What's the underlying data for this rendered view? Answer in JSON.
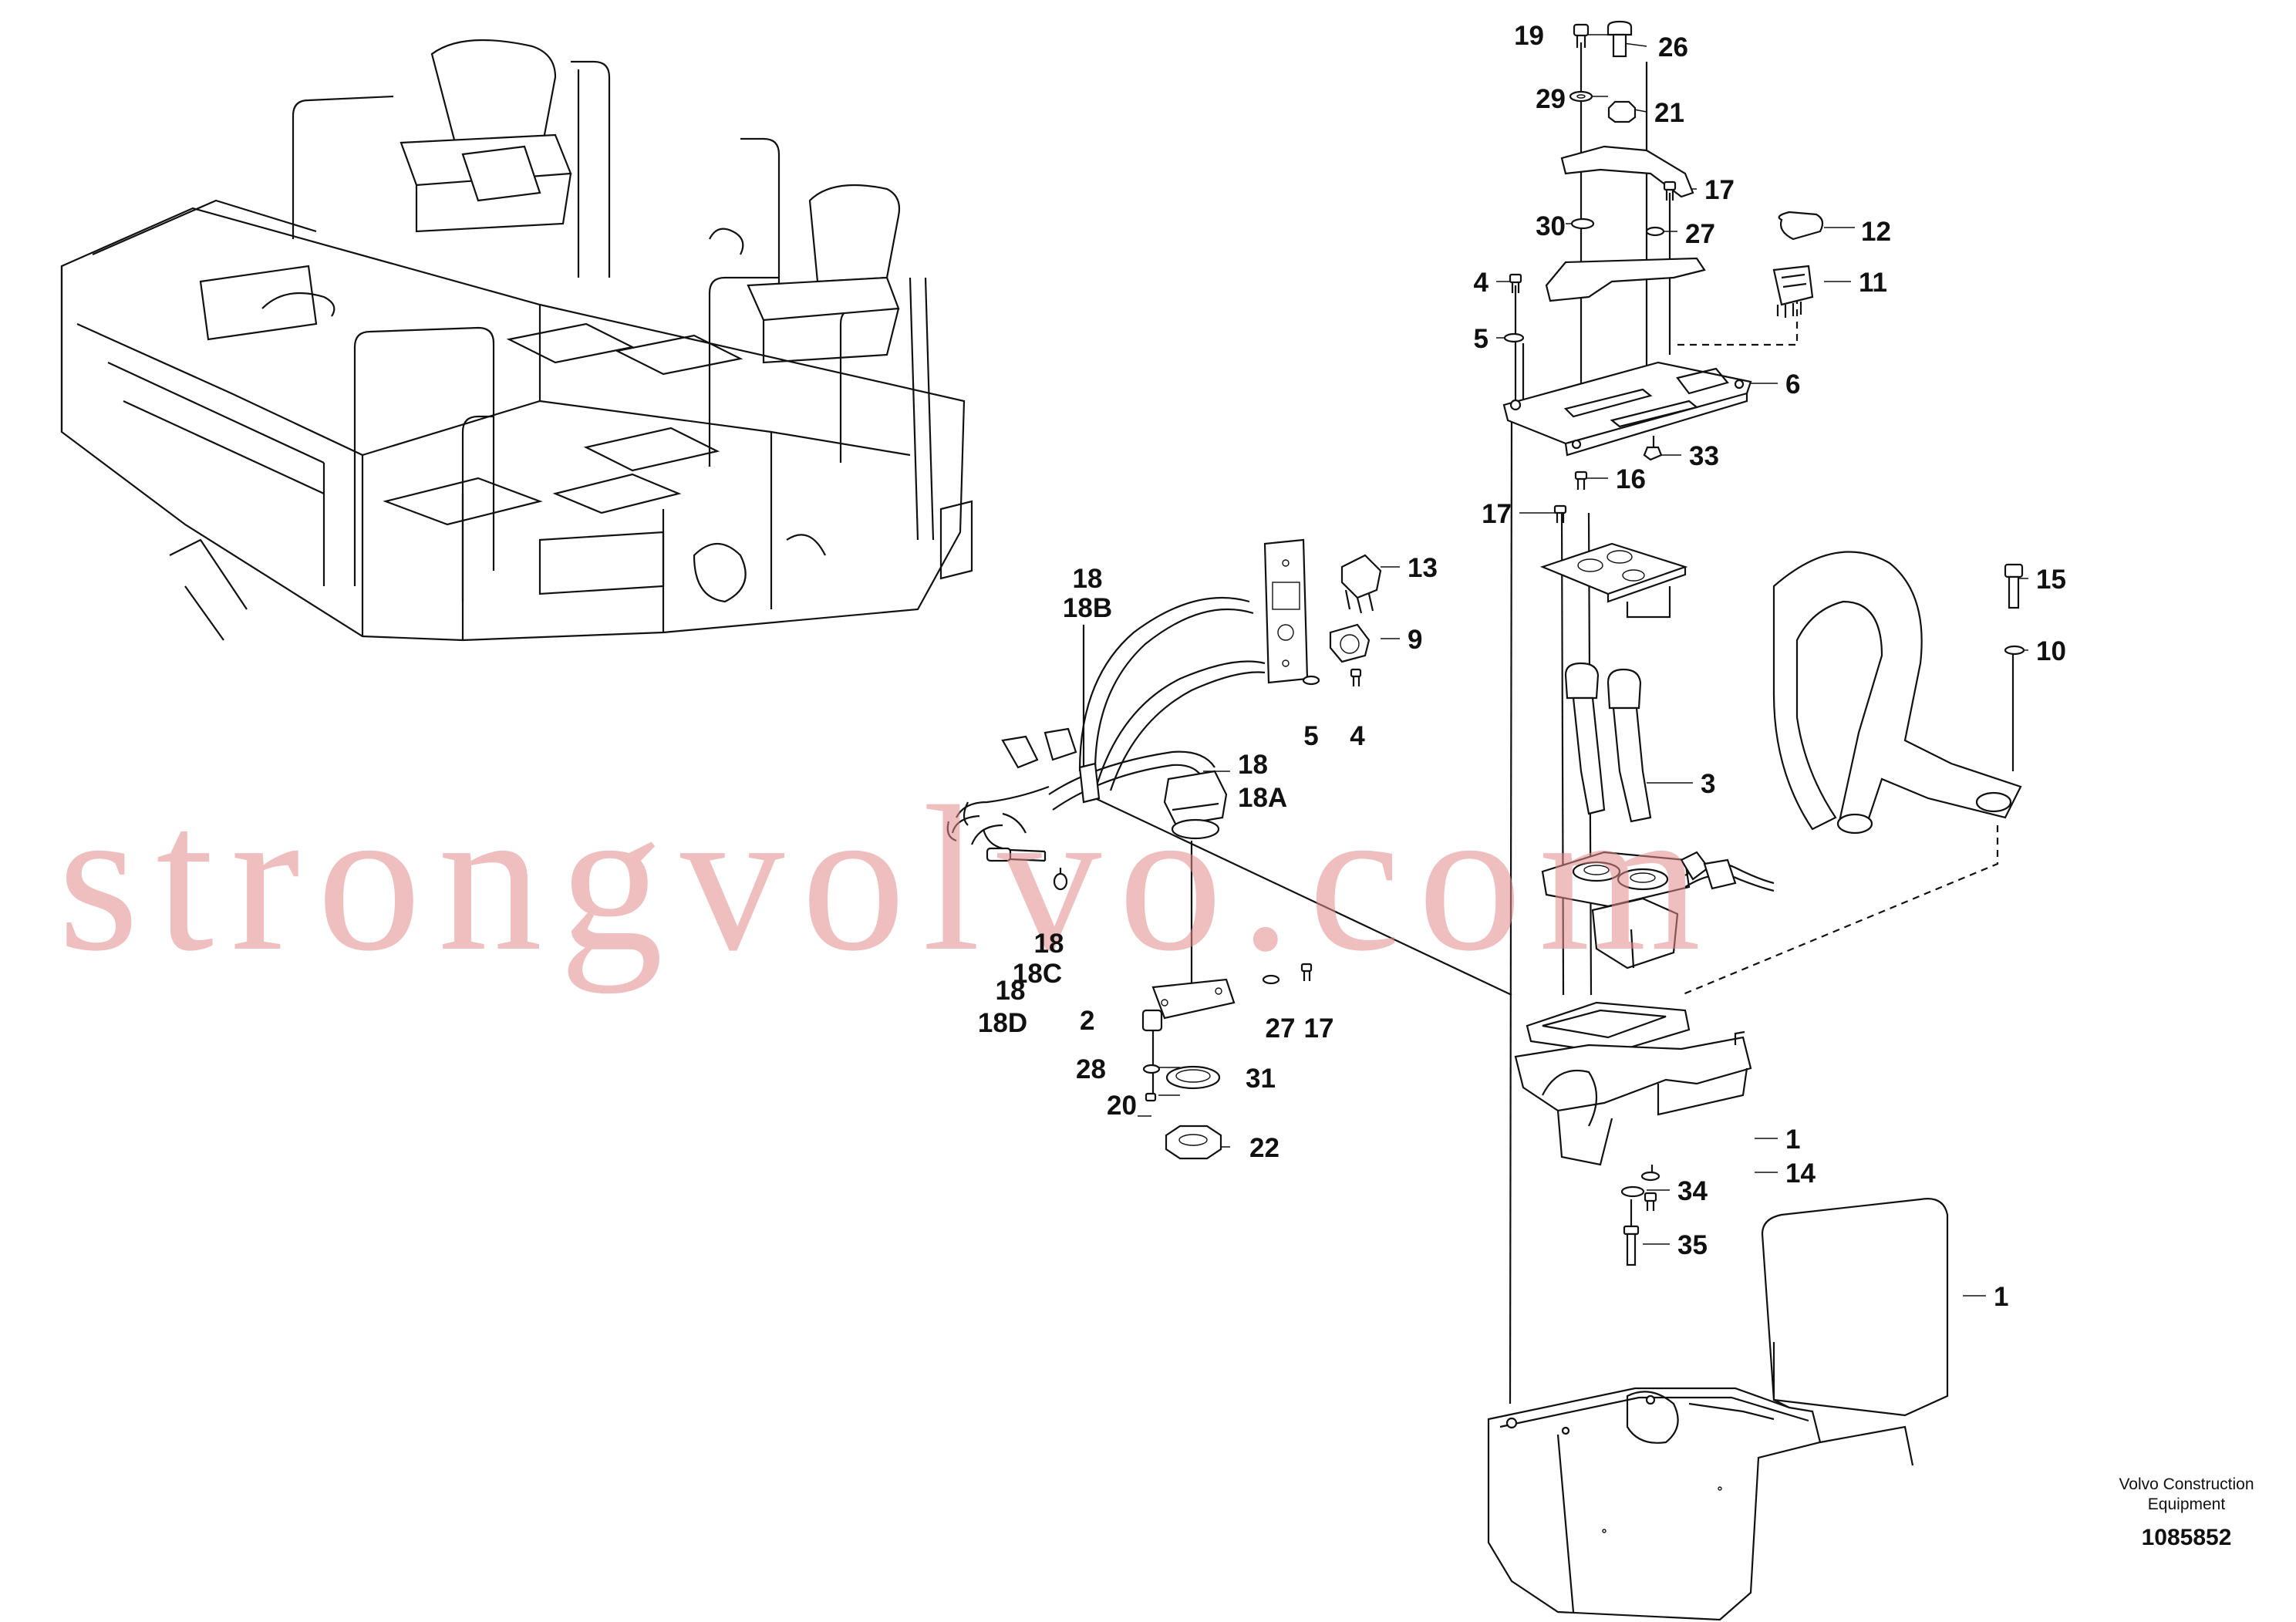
{
  "labels": [
    {
      "id": "19",
      "text": "19"
    },
    {
      "id": "26",
      "text": "26"
    },
    {
      "id": "29",
      "text": "29"
    },
    {
      "id": "21",
      "text": "21"
    },
    {
      "id": "17a",
      "text": "17"
    },
    {
      "id": "30",
      "text": "30"
    },
    {
      "id": "27a",
      "text": "27"
    },
    {
      "id": "12",
      "text": "12"
    },
    {
      "id": "4a",
      "text": "4"
    },
    {
      "id": "11",
      "text": "11"
    },
    {
      "id": "5a",
      "text": "5"
    },
    {
      "id": "6",
      "text": "6"
    },
    {
      "id": "33",
      "text": "33"
    },
    {
      "id": "16",
      "text": "16"
    },
    {
      "id": "17b",
      "text": "17"
    },
    {
      "id": "15",
      "text": "15"
    },
    {
      "id": "13",
      "text": "13"
    },
    {
      "id": "18a",
      "text": "18"
    },
    {
      "id": "18B",
      "text": "18B"
    },
    {
      "id": "10",
      "text": "10"
    },
    {
      "id": "9",
      "text": "9"
    },
    {
      "id": "5b",
      "text": "5"
    },
    {
      "id": "4b",
      "text": "4"
    },
    {
      "id": "3",
      "text": "3"
    },
    {
      "id": "18b",
      "text": "18"
    },
    {
      "id": "18A",
      "text": "18A"
    },
    {
      "id": "18c",
      "text": "18"
    },
    {
      "id": "18C",
      "text": "18C"
    },
    {
      "id": "18d",
      "text": "18"
    },
    {
      "id": "18D",
      "text": "18D"
    },
    {
      "id": "2x",
      "text": "2"
    },
    {
      "id": "27b",
      "text": "27"
    },
    {
      "id": "17c",
      "text": "17"
    },
    {
      "id": "28",
      "text": "28"
    },
    {
      "id": "31",
      "text": "31"
    },
    {
      "id": "20",
      "text": "20"
    },
    {
      "id": "22",
      "text": "22"
    },
    {
      "id": "1x",
      "text": "1"
    },
    {
      "id": "14",
      "text": "14"
    },
    {
      "id": "34",
      "text": "34"
    },
    {
      "id": "35",
      "text": "35"
    },
    {
      "id": "1",
      "text": "1"
    }
  ],
  "watermark": "strongvolvo.com",
  "brand": {
    "line1": "Volvo Construction",
    "line2": "Equipment"
  },
  "drawing_number": "1085852"
}
